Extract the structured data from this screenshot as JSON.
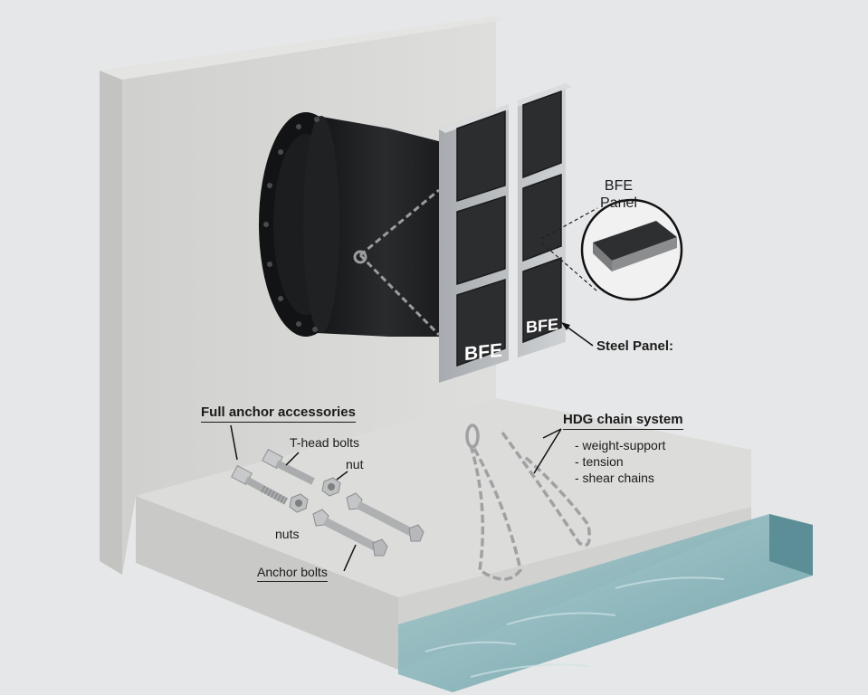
{
  "labels": {
    "bfe_panel": "BFE\nPanel",
    "steel_panel": "Steel Panel:",
    "full_anchor": "Full anchor accessories",
    "t_head_bolts": "T-head bolts",
    "nut": "nut",
    "nuts": "nuts",
    "anchor_bolts": "Anchor bolts",
    "hdg_chain": "HDG chain system",
    "chain_items": [
      "- weight-support",
      "- tension",
      "- shear chains"
    ]
  },
  "panel_marks": [
    "BFE",
    "BFE"
  ],
  "colors": {
    "background": "#e6e7e8",
    "concrete": "#d7d7d5",
    "rubber": "#1e1f20",
    "steel": "#b9bcbf",
    "pad": "#2c2d2f",
    "water": "#7fb2b8"
  }
}
